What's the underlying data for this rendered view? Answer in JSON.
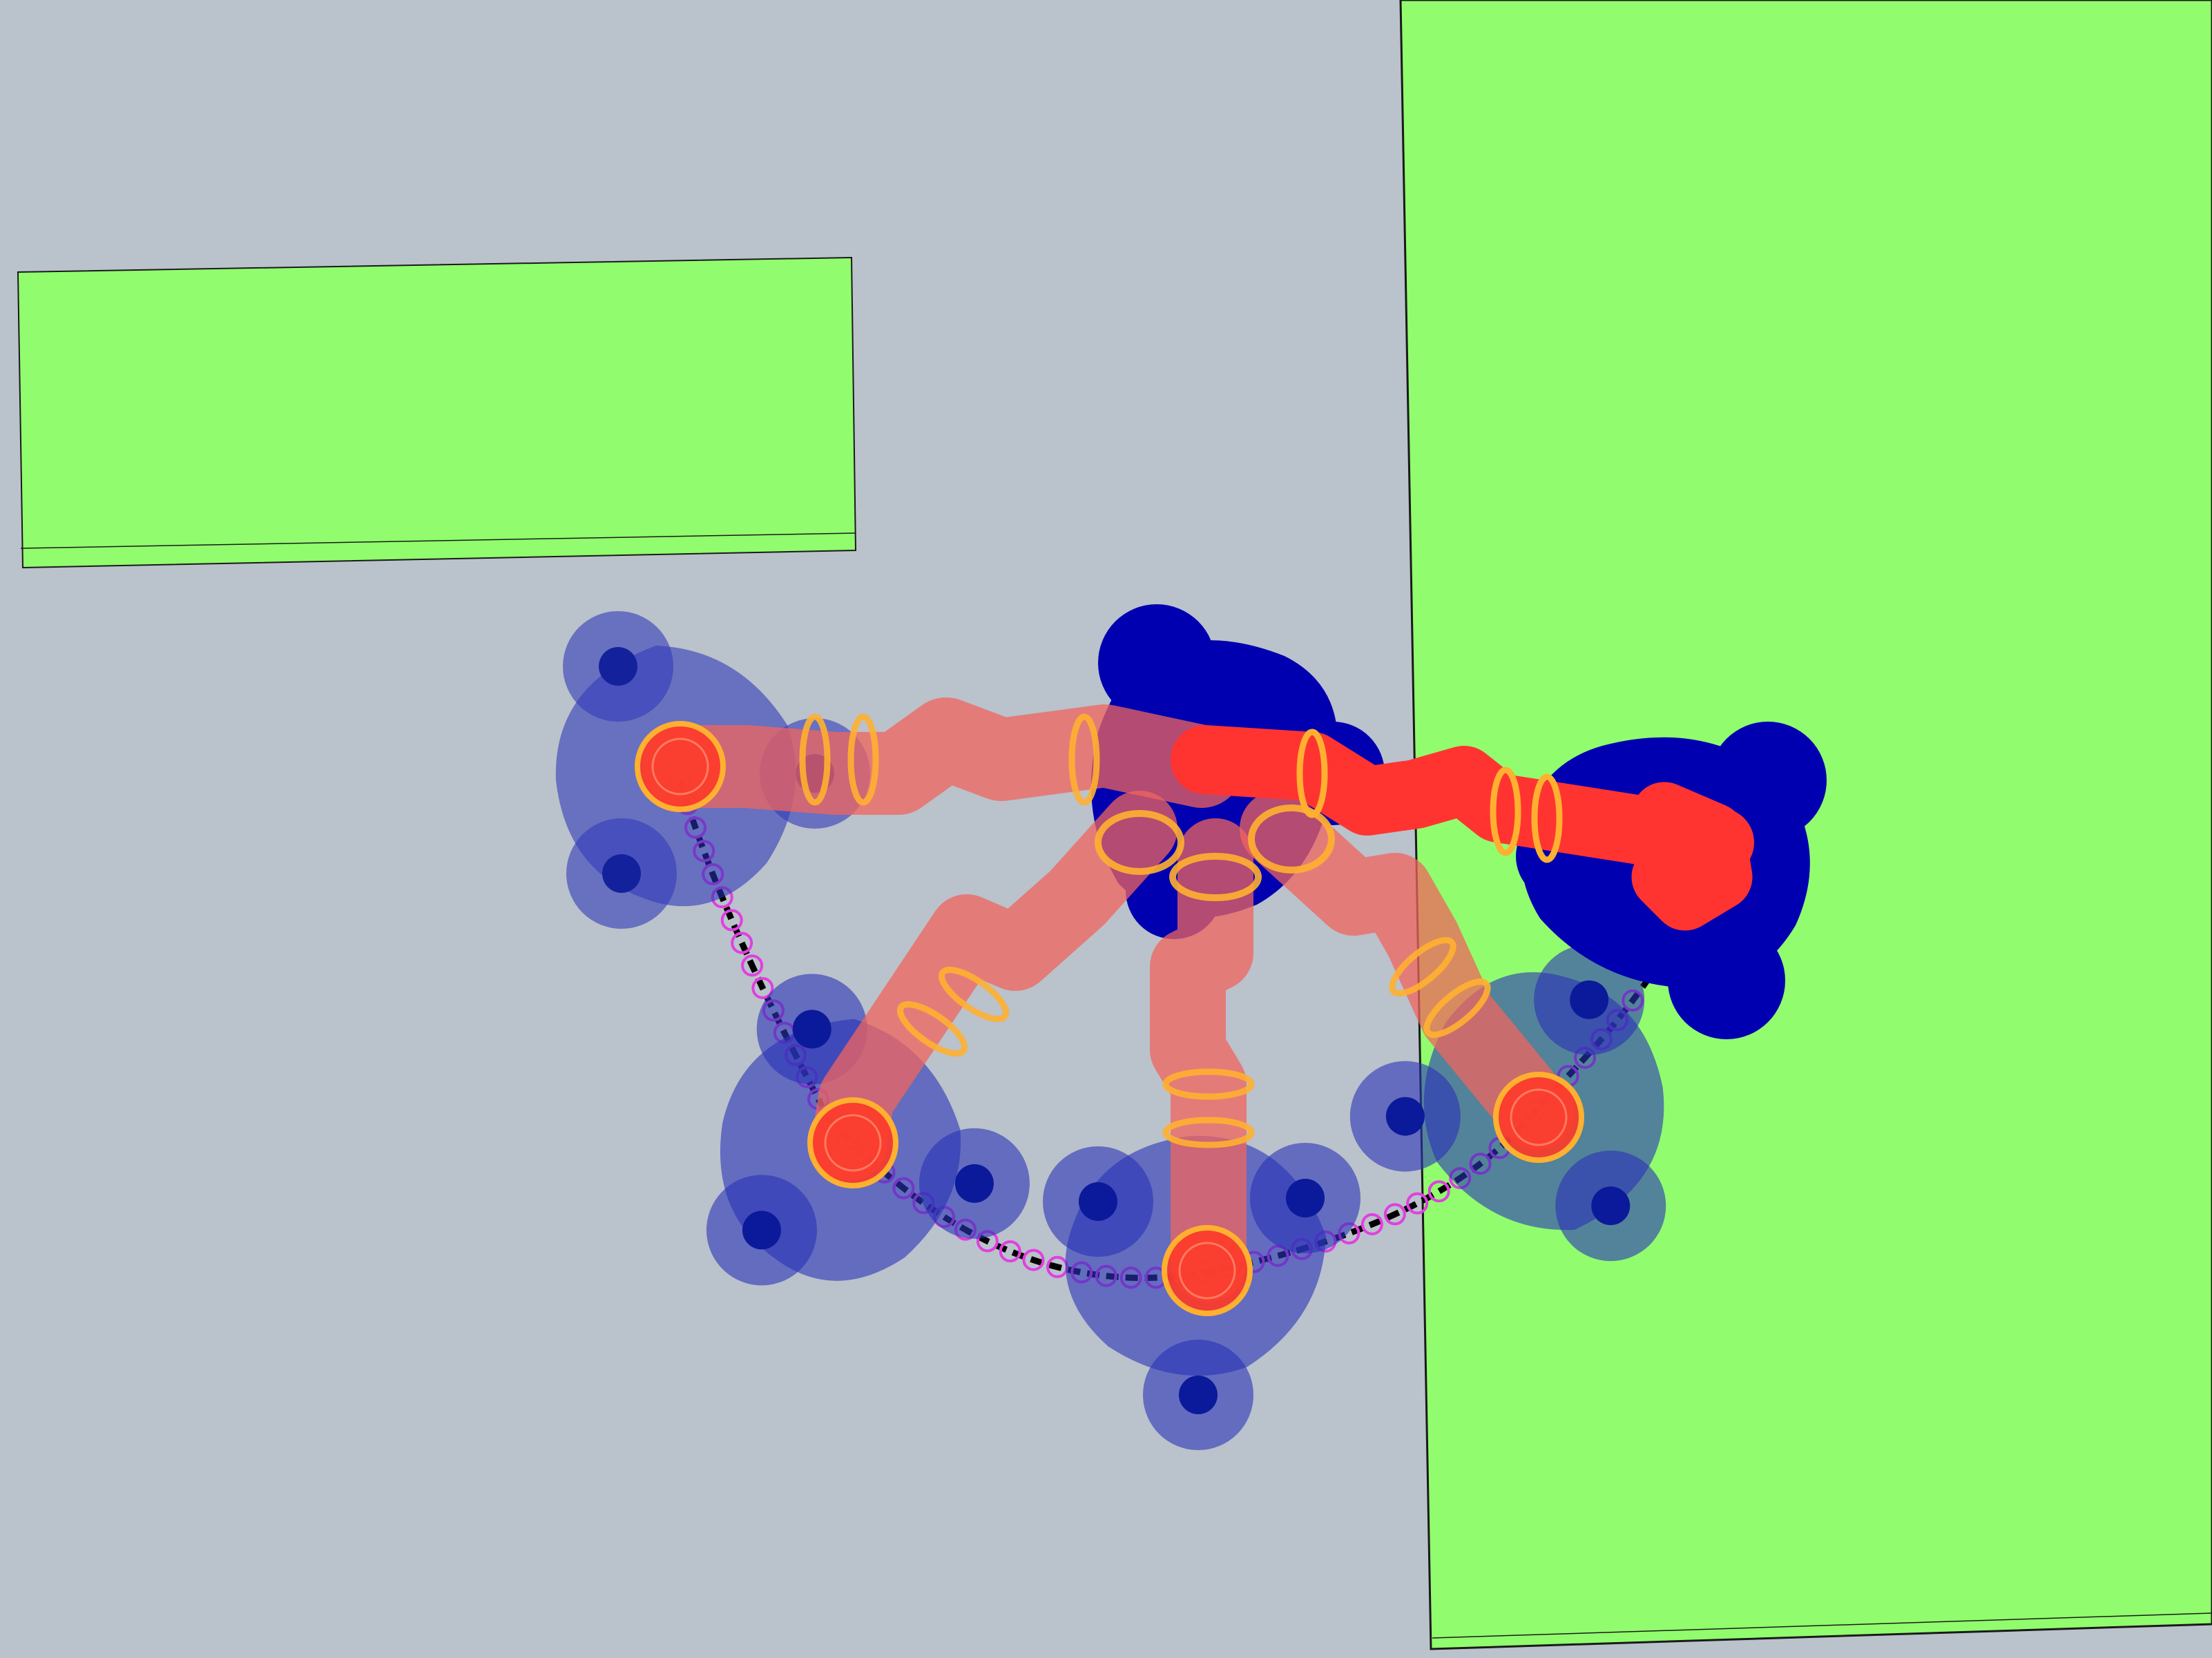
{
  "scene": {
    "kind": "robot-arm-reach-simulation",
    "colors": {
      "floor": "#bac2cb",
      "obstacle": "#91fd6e",
      "obstacle_edge": "#6fd24c",
      "outline": "#1a1a1a",
      "gripper_ghost": "#2932b8",
      "gripper_solid": "#0000b0",
      "arm_ghost": "#f0645e",
      "arm_solid": "#ff3431",
      "joint_ring": "#ffb030",
      "trajectory": "#000000",
      "waypoint_ring": "#e040e0"
    },
    "icons": {
      "gripper": "three-finger-gripper-icon",
      "joint": "joint-ring-icon",
      "waypoint": "waypoint-circle-icon"
    },
    "ghost_pose_count": 5,
    "current_pose_count": 1
  }
}
